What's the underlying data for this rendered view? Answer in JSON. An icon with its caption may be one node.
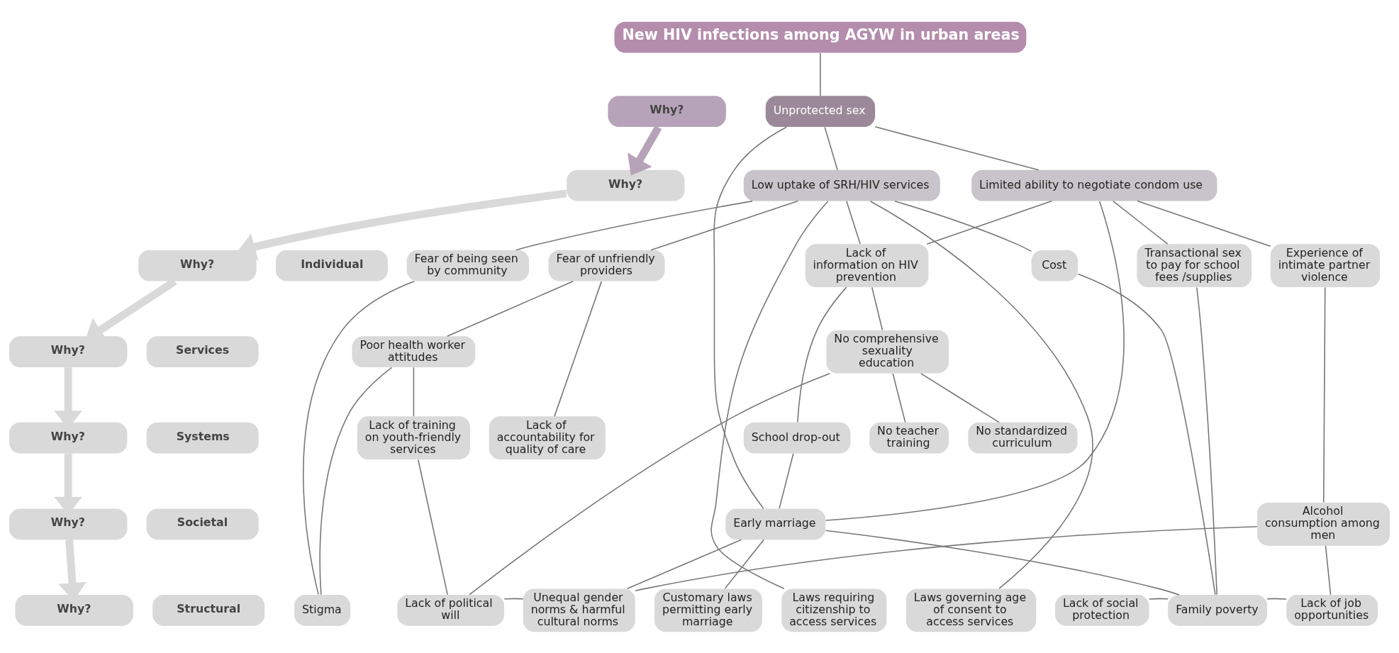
{
  "diagram": {
    "nodes": [
      {
        "text": [
          "New HIV infections among AGYW in urban areas"
        ]
      },
      {
        "text": [
          "Why?"
        ]
      },
      {
        "text": [
          "Unprotected sex"
        ]
      },
      {
        "text": [
          "Why?"
        ]
      },
      {
        "text": [
          "Low uptake of SRH/HIV services"
        ]
      },
      {
        "text": [
          "Limited ability to negotiate condom use"
        ]
      },
      {
        "text": [
          "Why?"
        ]
      },
      {
        "text": [
          "Individual"
        ]
      },
      {
        "text": [
          "Fear of being seen by community"
        ]
      },
      {
        "text": [
          "Fear of unfriendly providers"
        ]
      },
      {
        "text": [
          "Lack of information on HIV prevention"
        ]
      },
      {
        "text": [
          "Cost"
        ]
      },
      {
        "text": [
          "Transactional sex to pay for school fees /supplies"
        ]
      },
      {
        "text": [
          "Experience of intimate partner violence"
        ]
      },
      {
        "text": [
          "Why?"
        ]
      },
      {
        "text": [
          "Services"
        ]
      },
      {
        "text": [
          "Poor health worker attitudes"
        ]
      },
      {
        "text": [
          "No comprehensive sexuality education"
        ]
      },
      {
        "text": [
          "Why?"
        ]
      },
      {
        "text": [
          "Systems"
        ]
      },
      {
        "text": [
          "Lack of training on youth-friendly services"
        ]
      },
      {
        "text": [
          "Lack of accountability for quality of care"
        ]
      },
      {
        "text": [
          "No teacher training"
        ]
      },
      {
        "text": [
          "No standardized curriculum"
        ]
      },
      {
        "text": [
          "School drop-out"
        ]
      },
      {
        "text": [
          "Why?"
        ]
      },
      {
        "text": [
          "Societal"
        ]
      },
      {
        "text": [
          "Early marriage"
        ]
      },
      {
        "text": [
          "Alcohol consumption among men"
        ]
      },
      {
        "text": [
          "Why?"
        ]
      },
      {
        "text": [
          "Structural"
        ]
      },
      {
        "text": [
          "Stigma"
        ]
      },
      {
        "text": [
          "Lack of political will"
        ]
      },
      {
        "text": [
          "Unequal gender norms & harmful cultural norms"
        ]
      },
      {
        "text": [
          "Customary laws permitting early marriage"
        ]
      },
      {
        "text": [
          "Laws requiring citizenship to access services"
        ]
      },
      {
        "text": [
          "Laws governing age of consent to access services"
        ]
      },
      {
        "text": [
          "Lack of social protection"
        ]
      },
      {
        "text": [
          "Family poverty"
        ]
      },
      {
        "text": [
          "Lack of job opportunities"
        ]
      }
    ],
    "edges": [
      {
        "from": 1,
        "to": 3,
        "arrow": "to",
        "style": "thick",
        "color": "#b7a3b9"
      },
      {
        "from": 3,
        "to": 6,
        "arrow": "to",
        "style": "thick",
        "color": "#d9d9d9"
      },
      {
        "from": 6,
        "to": 14,
        "arrow": "to",
        "style": "thick",
        "color": "#d9d9d9"
      },
      {
        "from": 14,
        "to": 18,
        "arrow": "to",
        "style": "thick",
        "color": "#d9d9d9"
      },
      {
        "from": 18,
        "to": 25,
        "arrow": "to",
        "style": "thick",
        "color": "#d9d9d9"
      },
      {
        "from": 25,
        "to": 29,
        "arrow": "to",
        "style": "thick",
        "color": "#d9d9d9"
      },
      {
        "from": 0,
        "to": 2,
        "arrow": "none"
      },
      {
        "from": 2,
        "to": 4,
        "arrow": "none"
      },
      {
        "from": 2,
        "to": 5,
        "arrow": "none"
      },
      {
        "from": 2,
        "to": 27,
        "arrow": "none"
      },
      {
        "from": 4,
        "to": 8,
        "arrow": "none"
      },
      {
        "from": 4,
        "to": 9,
        "arrow": "none"
      },
      {
        "from": 4,
        "to": 10,
        "arrow": "none"
      },
      {
        "from": 4,
        "to": 11,
        "arrow": "none"
      },
      {
        "from": 4,
        "to": 35,
        "arrow": "none"
      },
      {
        "from": 4,
        "to": 36,
        "arrow": "none"
      },
      {
        "from": 5,
        "to": 10,
        "arrow": "none"
      },
      {
        "from": 5,
        "to": 27,
        "arrow": "none"
      },
      {
        "from": 5,
        "to": 12,
        "arrow": "none"
      },
      {
        "from": 5,
        "to": 13,
        "arrow": "none"
      },
      {
        "from": 8,
        "to": 31,
        "arrow": "none"
      },
      {
        "from": 9,
        "to": 16,
        "arrow": "none"
      },
      {
        "from": 9,
        "to": 21,
        "arrow": "none"
      },
      {
        "from": 10,
        "to": 17,
        "arrow": "none"
      },
      {
        "from": 10,
        "to": 24,
        "arrow": "none"
      },
      {
        "from": 11,
        "to": 38,
        "arrow": "none"
      },
      {
        "from": 12,
        "to": 38,
        "arrow": "none"
      },
      {
        "from": 13,
        "to": 28,
        "arrow": "none"
      },
      {
        "from": 16,
        "to": 20,
        "arrow": "none"
      },
      {
        "from": 16,
        "to": 31,
        "arrow": "none"
      },
      {
        "from": 17,
        "to": 22,
        "arrow": "none"
      },
      {
        "from": 17,
        "to": 23,
        "arrow": "none"
      },
      {
        "from": 17,
        "to": 32,
        "arrow": "none"
      },
      {
        "from": 20,
        "to": 32,
        "arrow": "none"
      },
      {
        "from": 24,
        "to": 27,
        "arrow": "none"
      },
      {
        "from": 27,
        "to": 33,
        "arrow": "none"
      },
      {
        "from": 27,
        "to": 34,
        "arrow": "none"
      },
      {
        "from": 27,
        "to": 38,
        "arrow": "none"
      },
      {
        "from": 28,
        "to": 33,
        "arrow": "none"
      },
      {
        "from": 28,
        "to": 39,
        "arrow": "none"
      },
      {
        "from": 32,
        "to": 33,
        "arrow": "none"
      },
      {
        "from": 37,
        "to": 38,
        "arrow": "none"
      },
      {
        "from": 38,
        "to": 39,
        "arrow": "none"
      }
    ]
  }
}
